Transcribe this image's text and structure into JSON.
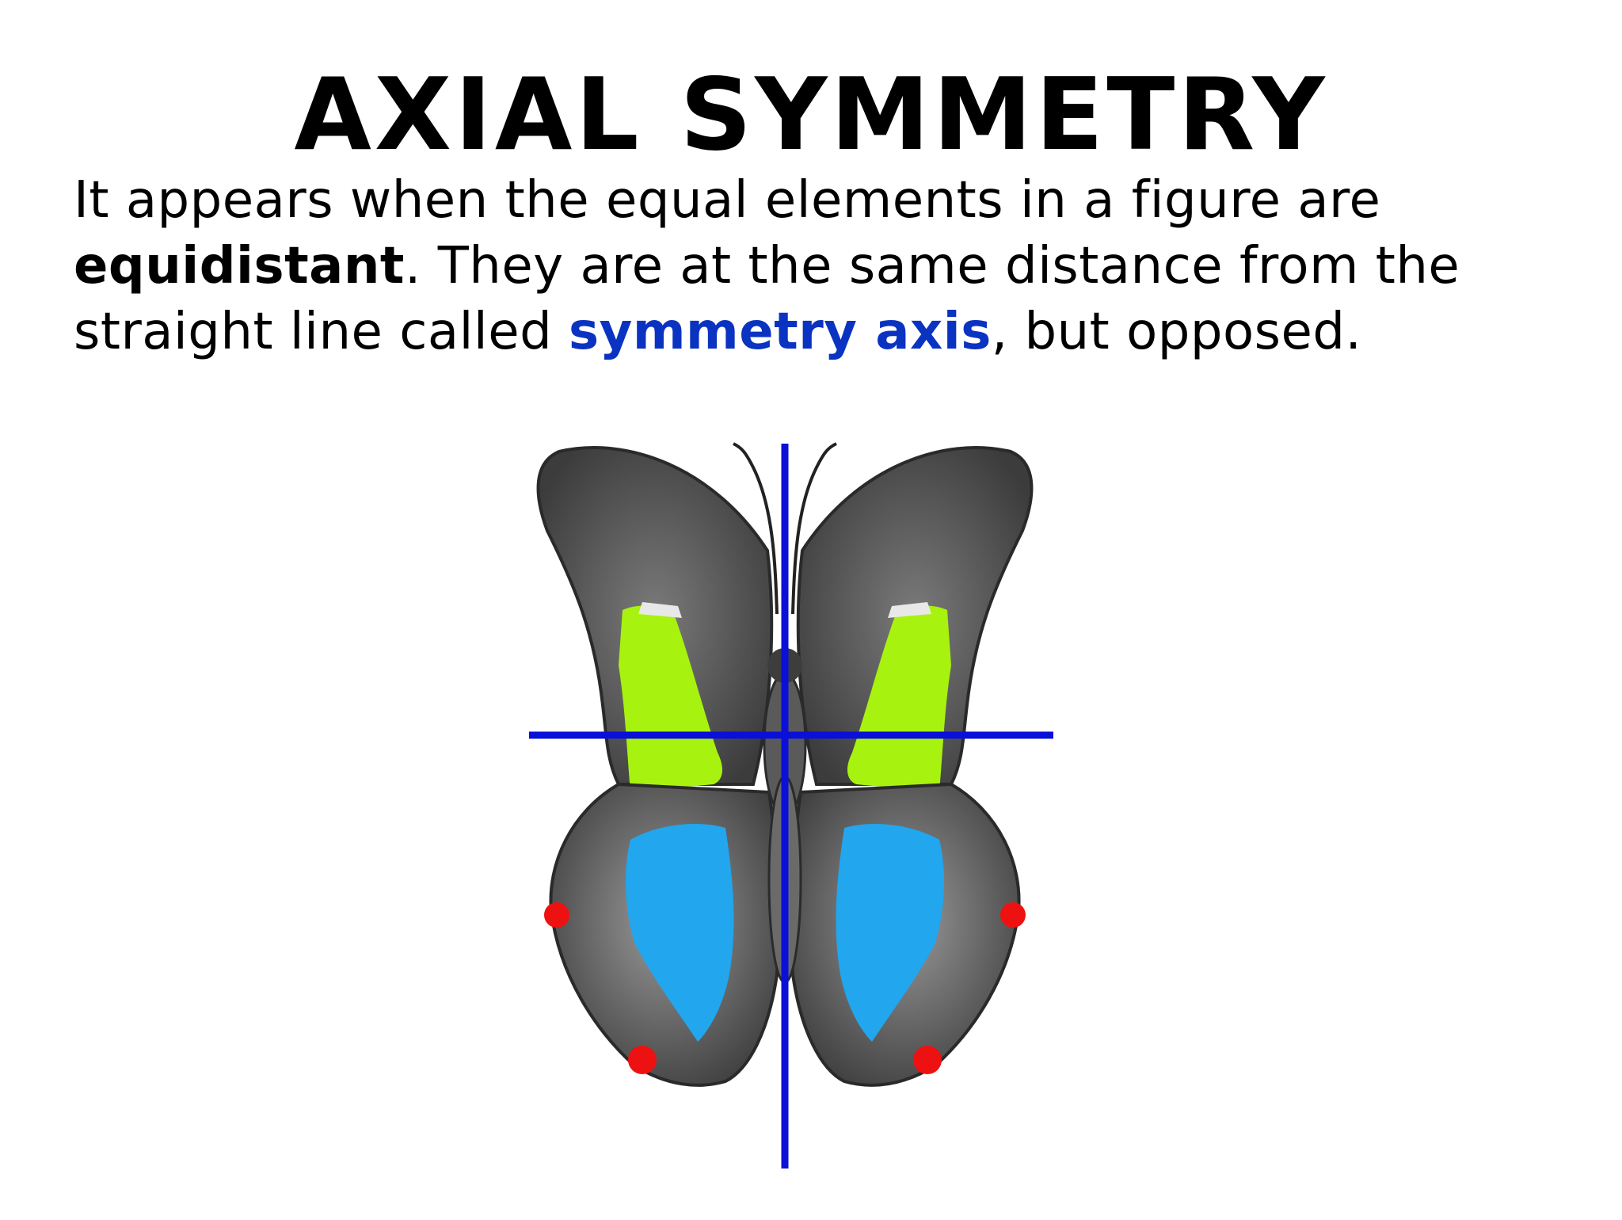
{
  "slide": {
    "title": "AXIAL SYMMETRY",
    "paragraph": {
      "part1": "It appears when the equal elements in a figure are ",
      "bold_term": "equidistant",
      "part2": ". They are at the same distance from the straight line called ",
      "highlight_term": "symmetry axis",
      "part3": ", but opposed."
    },
    "colors": {
      "highlight": "#0b33c2",
      "axis_line": "#0a10d8",
      "wing_dark": "#4f4f4f",
      "wing_green": "#a8f20f",
      "wing_blue": "#22a6ee",
      "spot_red": "#ee1111"
    }
  },
  "figure": {
    "subject": "butterfly",
    "axes": [
      "vertical-symmetry-axis",
      "horizontal-reference-line"
    ]
  }
}
